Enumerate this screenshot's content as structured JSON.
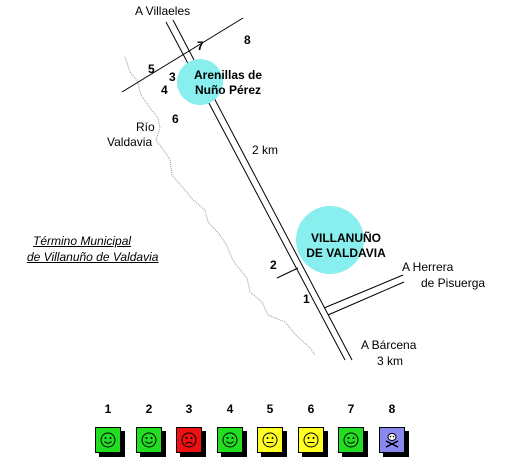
{
  "roads": {
    "villaeles": "A  Villaeles",
    "herrera_line1": "A  Herrera",
    "herrera_line2": "de Pisuerga",
    "barcena": "A  Bárcena",
    "barcena_dist": "3 km",
    "middle_dist": "2 km"
  },
  "river": {
    "line1": "Río",
    "line2": "Valdavia"
  },
  "municipality": {
    "line1": "Término Municipal",
    "line2": "de Villanuño de Valdavia"
  },
  "towns": {
    "arenillas_line1": "Arenillas de",
    "arenillas_line2": "Nuño Pérez",
    "villanuno_line1": "VILLANUÑO",
    "villanuno_line2": "DE VALDAVIA"
  },
  "map_points": {
    "p1": "1",
    "p2": "2",
    "p3": "3",
    "p4": "4",
    "p5": "5",
    "p6": "6",
    "p7": "7",
    "p8": "8"
  },
  "legend": [
    {
      "label": "1",
      "color": "#22dd22",
      "icon": "smiley-icon"
    },
    {
      "label": "2",
      "color": "#22dd22",
      "icon": "smiley-icon"
    },
    {
      "label": "3",
      "color": "#ee1111",
      "icon": "bad-face-icon"
    },
    {
      "label": "4",
      "color": "#22dd22",
      "icon": "smiley-icon"
    },
    {
      "label": "5",
      "color": "#ffff22",
      "icon": "neutral-face-icon"
    },
    {
      "label": "6",
      "color": "#ffff22",
      "icon": "neutral-face-icon"
    },
    {
      "label": "7",
      "color": "#22dd22",
      "icon": "smiley-icon"
    },
    {
      "label": "8",
      "color": "#8888ee",
      "icon": "skull-crossbones-icon"
    }
  ],
  "colors": {
    "town_fill": "#88eeee",
    "road": "#000000"
  }
}
